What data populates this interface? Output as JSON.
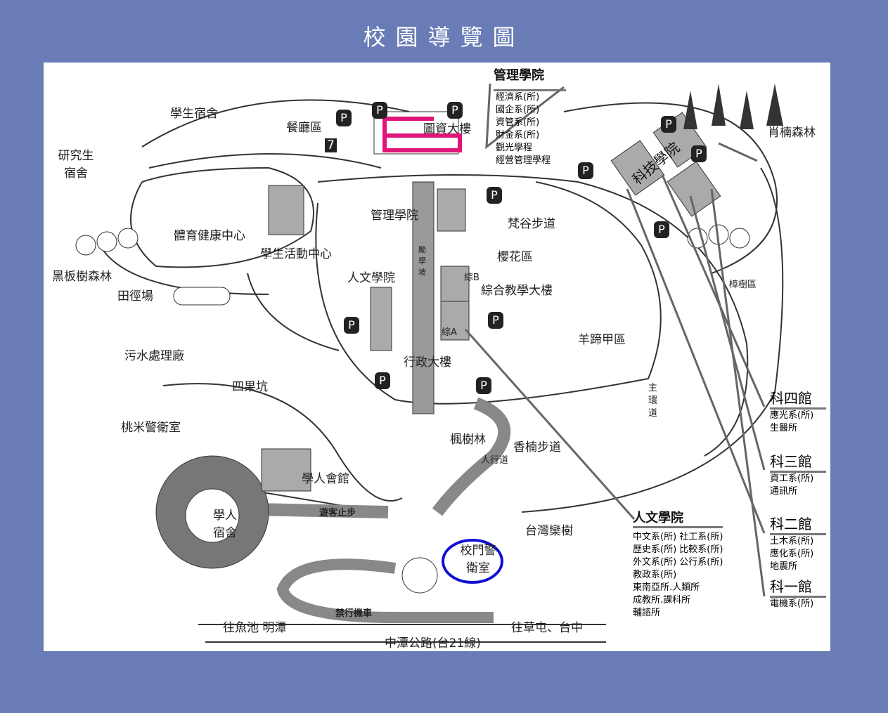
{
  "title": "校園導覽圖",
  "places": {
    "dorm": "學生宿舍",
    "canteen": "餐廳區",
    "library": "圖資大樓",
    "grad_dorm": "研究生宿舍",
    "gym": "體育健康中心",
    "student_center": "學生活動中心",
    "blackboard_forest": "黑板樹森林",
    "track": "田徑場",
    "sewage": "污水處理廠",
    "sigou": "四果坑",
    "taomi_guard": "桃米警衛室",
    "mgmt_bldg": "管理學院",
    "lizhi_slope": "勵學坡",
    "humanities_bldg": "人文學院",
    "general_bldg": "綜合教學大樓",
    "admin_bldg": "行政大樓",
    "fan_trail": "梵谷步道",
    "sakura": "櫻花區",
    "goat": "羊蹄甲區",
    "maple": "楓樹林",
    "xiangnan_trail": "香楠步道",
    "sidewalk": "人行道",
    "scholar_hall": "學人會館",
    "scholar_dorm": "學人宿舍",
    "no_car": "遊客止步",
    "gate_guard": "校門警衛室",
    "banyan": "台灣欒樹",
    "no_motor": "禁行機車",
    "to_yuchi": "往魚池 明潭",
    "to_caotun": "往草屯、台中",
    "highway": "中潭公路(台21線)",
    "main_ring": "主環道",
    "camphor": "樟樹區",
    "xiaonan_forest": "肖楠森林",
    "sci_college": "科技學院",
    "zongA": "綜A",
    "zongB": "綜B",
    "parking": "P",
    "seven": "7"
  },
  "mgmt": {
    "title": "管理學院",
    "depts": [
      "經濟系(所)",
      "國企系(所)",
      "資管系(所)",
      "財金系(所)",
      "觀光學程",
      "經營管理學程"
    ]
  },
  "humanities": {
    "title": "人文學院",
    "depts": [
      "中文系(所) 社工系(所)",
      "歷史系(所) 比較系(所)",
      "外文系(所) 公行系(所)",
      "教政系(所)",
      "東南亞所.人類所",
      "成教所.課科所",
      "輔諮所"
    ]
  },
  "sci": [
    {
      "title": "科四館",
      "depts": [
        "應光系(所)",
        "生醫所"
      ]
    },
    {
      "title": "科三館",
      "depts": [
        "資工系(所)",
        "通訊所"
      ]
    },
    {
      "title": "科二館",
      "depts": [
        "土木系(所)",
        "應化系(所)",
        "地震所"
      ]
    },
    {
      "title": "科一館",
      "depts": [
        "電機系(所)"
      ]
    }
  ],
  "colors": {
    "bg": "#6a7cb6",
    "library_highlight": "#e0157a",
    "gate_highlight": "#1010d0",
    "road": "#888888"
  }
}
